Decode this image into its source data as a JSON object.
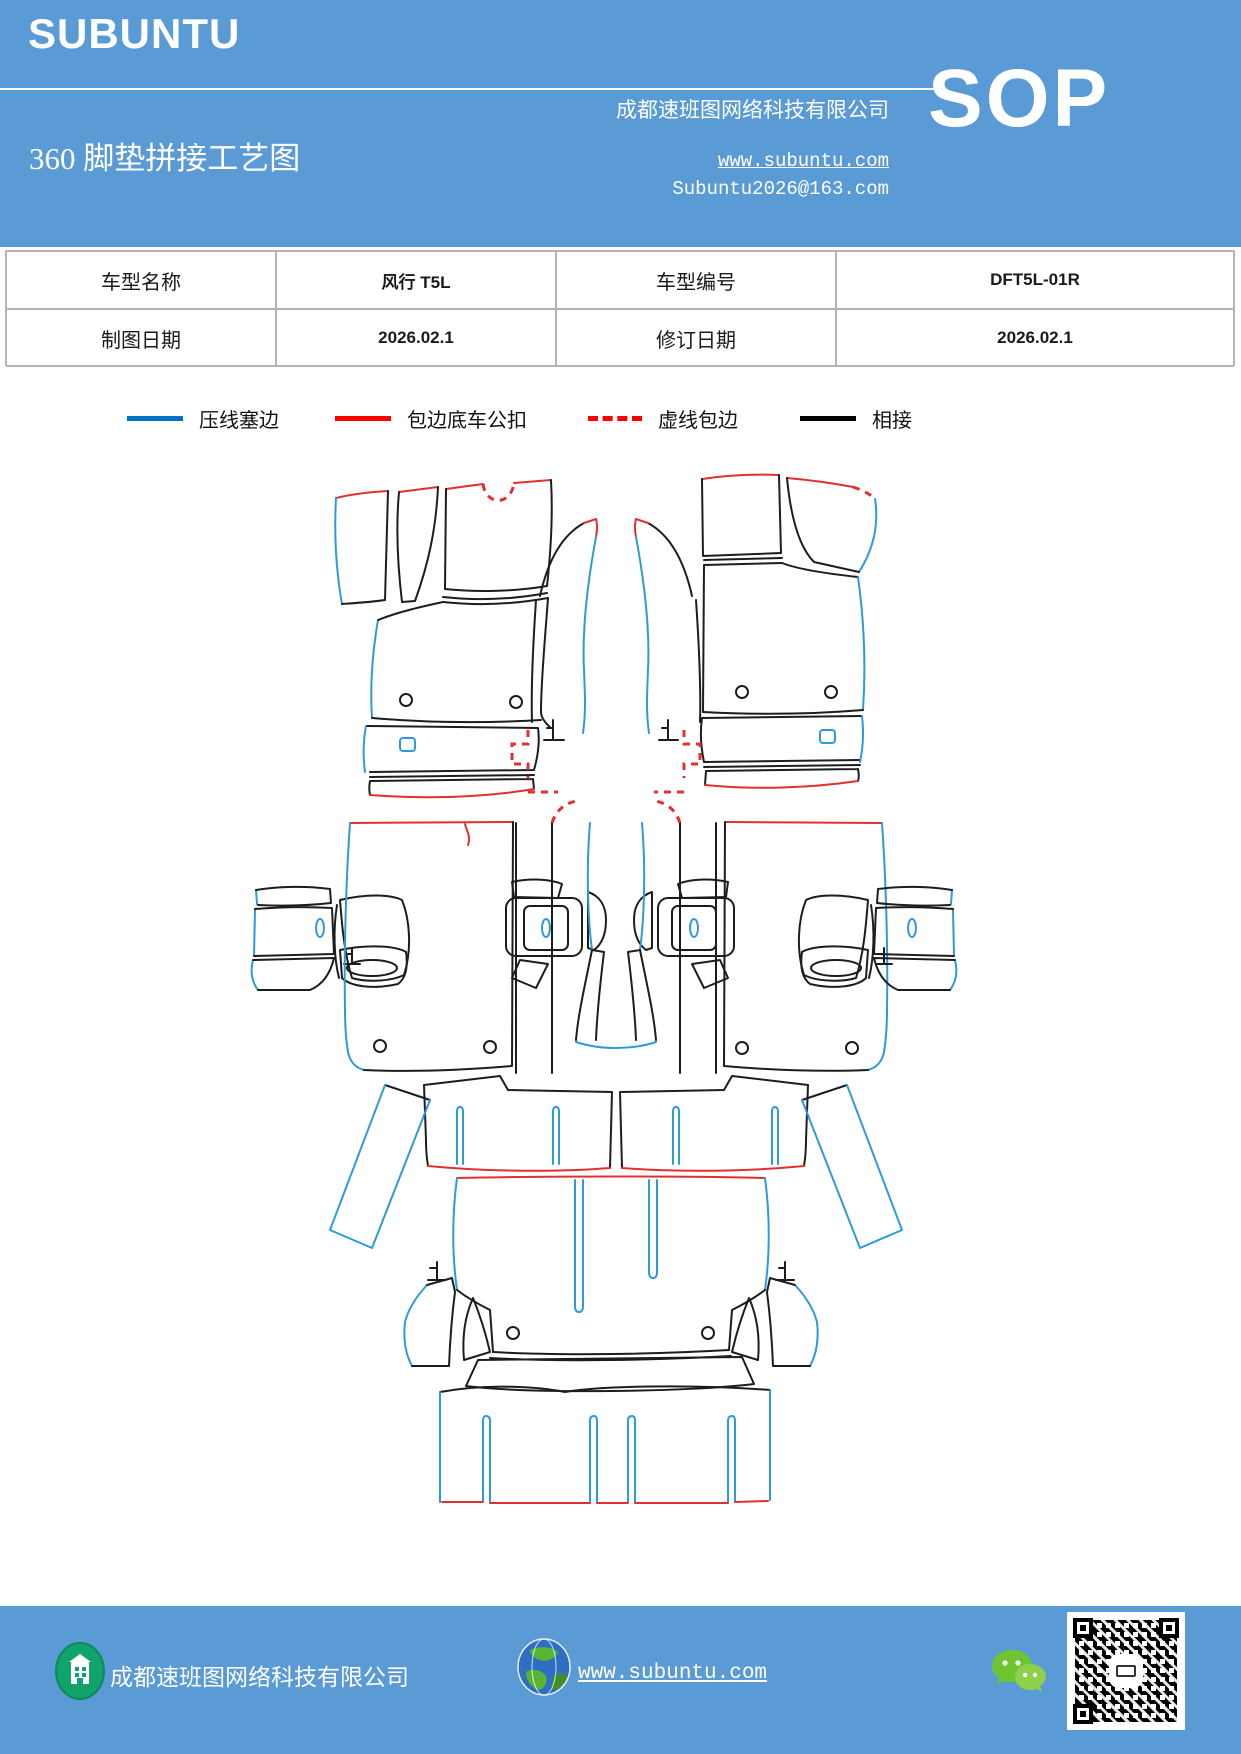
{
  "header": {
    "logo": "SUBUNTU",
    "title": "360 脚垫拼接工艺图",
    "company": "成都速班图网络科技有限公司",
    "website": "www.subuntu.com",
    "email": "Subuntu2026@163.com",
    "sop": "SOP"
  },
  "table": {
    "rows": [
      [
        "车型名称",
        "风行 T5L",
        "车型编号",
        "DFT5L-01R"
      ],
      [
        "制图日期",
        "2026.02.1",
        "修订日期",
        "2026.02.1"
      ]
    ]
  },
  "legend": {
    "items": [
      {
        "label": "压线塞边",
        "style": "solid",
        "color": "#0072C6"
      },
      {
        "label": "包边底车公扣",
        "style": "solid",
        "color": "#FF0000"
      },
      {
        "label": "虚线包边",
        "style": "dashed",
        "color": "#FF0000"
      },
      {
        "label": "相接",
        "style": "solid",
        "color": "#000000"
      }
    ]
  },
  "footer": {
    "company": "成都速班图网络科技有限公司",
    "website": "www.subuntu.com"
  },
  "colors": {
    "header_bg": "#5B9BD5",
    "footer_bg": "#5B9BD5",
    "diagram_blue": "#2D9BD8",
    "diagram_red": "#E03030",
    "diagram_black": "#1D1D1D",
    "table_border": "#B3B3B3",
    "wechat_green": "#6DC52F",
    "building_badge_green": "#10A36C"
  }
}
